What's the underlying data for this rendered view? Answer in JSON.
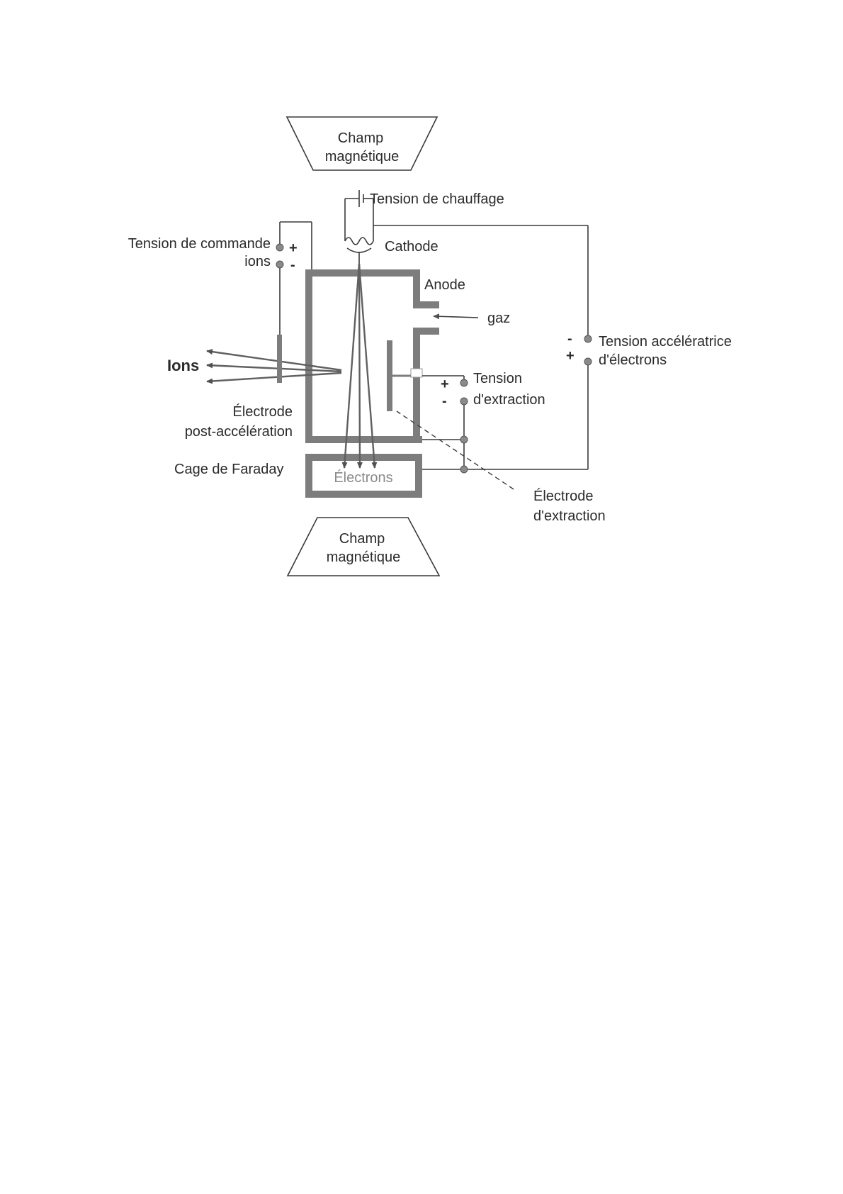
{
  "labels": {
    "magnetic_field_top_line1": "Champ",
    "magnetic_field_top_line2": "magnétique",
    "magnetic_field_bottom_line1": "Champ",
    "magnetic_field_bottom_line2": "magnétique",
    "heating_voltage": "Tension de chauffage",
    "cathode": "Cathode",
    "anode": "Anode",
    "gas": "gaz",
    "ion_control_line1": "Tension de commande",
    "ion_control_line2": "ions",
    "ions": "Ions",
    "post_accel_line1": "Électrode",
    "post_accel_line2": "post-accélération",
    "faraday_cage": "Cage de Faraday",
    "electrons": "Électrons",
    "extraction_voltage_line1": "Tension",
    "extraction_voltage_line2": "d'extraction",
    "accel_voltage_line1": "Tension accélératrice",
    "accel_voltage_line2": "d'électrons",
    "extraction_electrode_line1": "Électrode",
    "extraction_electrode_line2": "d'extraction"
  },
  "signs": {
    "ion_control_plus": "+",
    "ion_control_minus": "-",
    "extraction_plus": "+",
    "extraction_minus": "-",
    "accel_minus": "-",
    "accel_plus": "+"
  },
  "colors": {
    "wall": "#7d7d7d",
    "line": "#3a3a3a",
    "text": "#2b2b2b"
  }
}
